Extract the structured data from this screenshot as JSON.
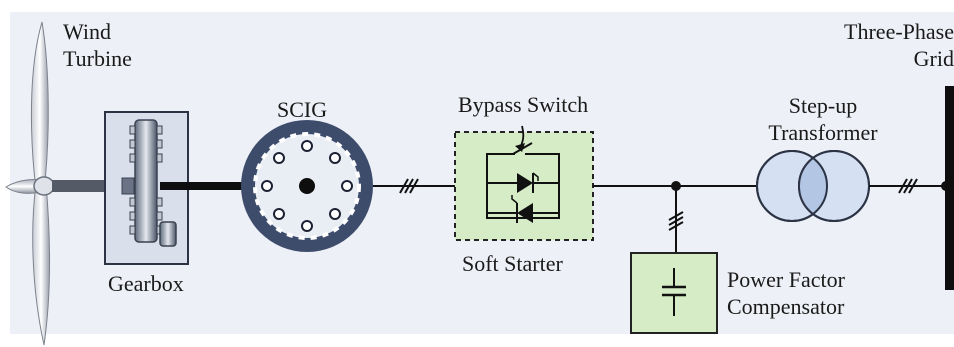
{
  "labels": {
    "wind_turbine": [
      "Wind",
      "Turbine"
    ],
    "gearbox": "Gearbox",
    "scig": "SCIG",
    "bypass_switch": "Bypass Switch",
    "soft_starter": "Soft Starter",
    "step_up_transformer": [
      "Step-up",
      "Transformer"
    ],
    "power_factor_compensator": [
      "Power Factor",
      "Compensator"
    ],
    "three_phase_grid": [
      "Three-Phase",
      "Grid"
    ]
  },
  "colors": {
    "panel_background": "#eef0f7",
    "equipment_fill": "#dbe4f0",
    "soft_starter_fill": "#d6ecc6",
    "compensator_fill": "#d6ecc6",
    "generator_ring": "#4a5a78",
    "line": "#111111"
  }
}
